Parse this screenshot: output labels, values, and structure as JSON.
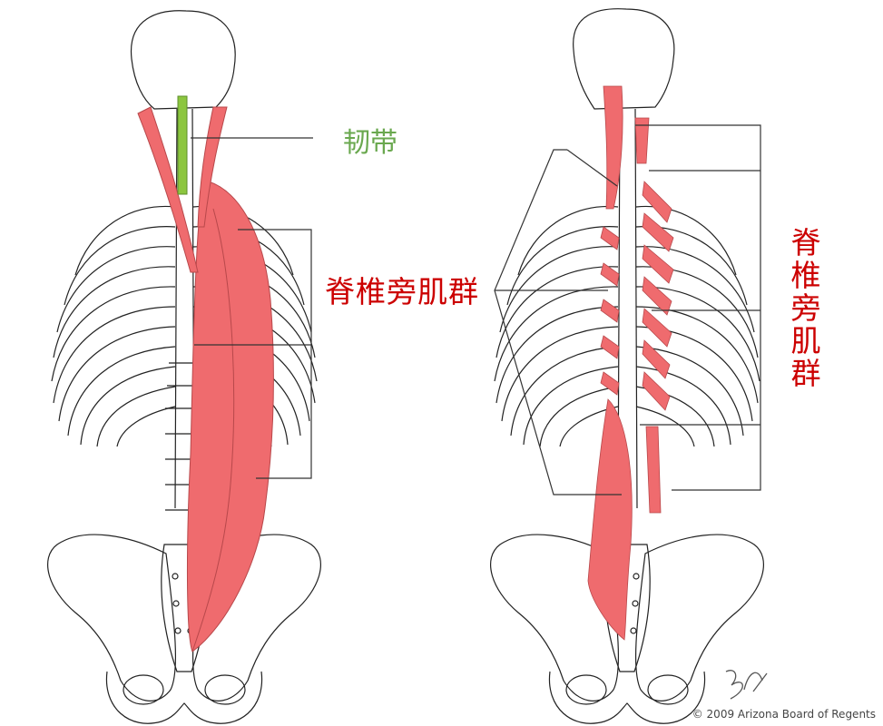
{
  "labels": {
    "ligament": "韧带",
    "erector_left": "脊椎旁肌群",
    "erector_right": "脊椎旁肌群"
  },
  "copyright": "© 2009 Arizona Board of Regents",
  "colors": {
    "muscle": "#ef6b6e",
    "muscle_stroke": "#b8484b",
    "ligament": "#8cc63f",
    "ligament_label": "#6aa84f",
    "muscle_label": "#cc0000",
    "bone_stroke": "#222222",
    "leader_line": "#333333"
  }
}
